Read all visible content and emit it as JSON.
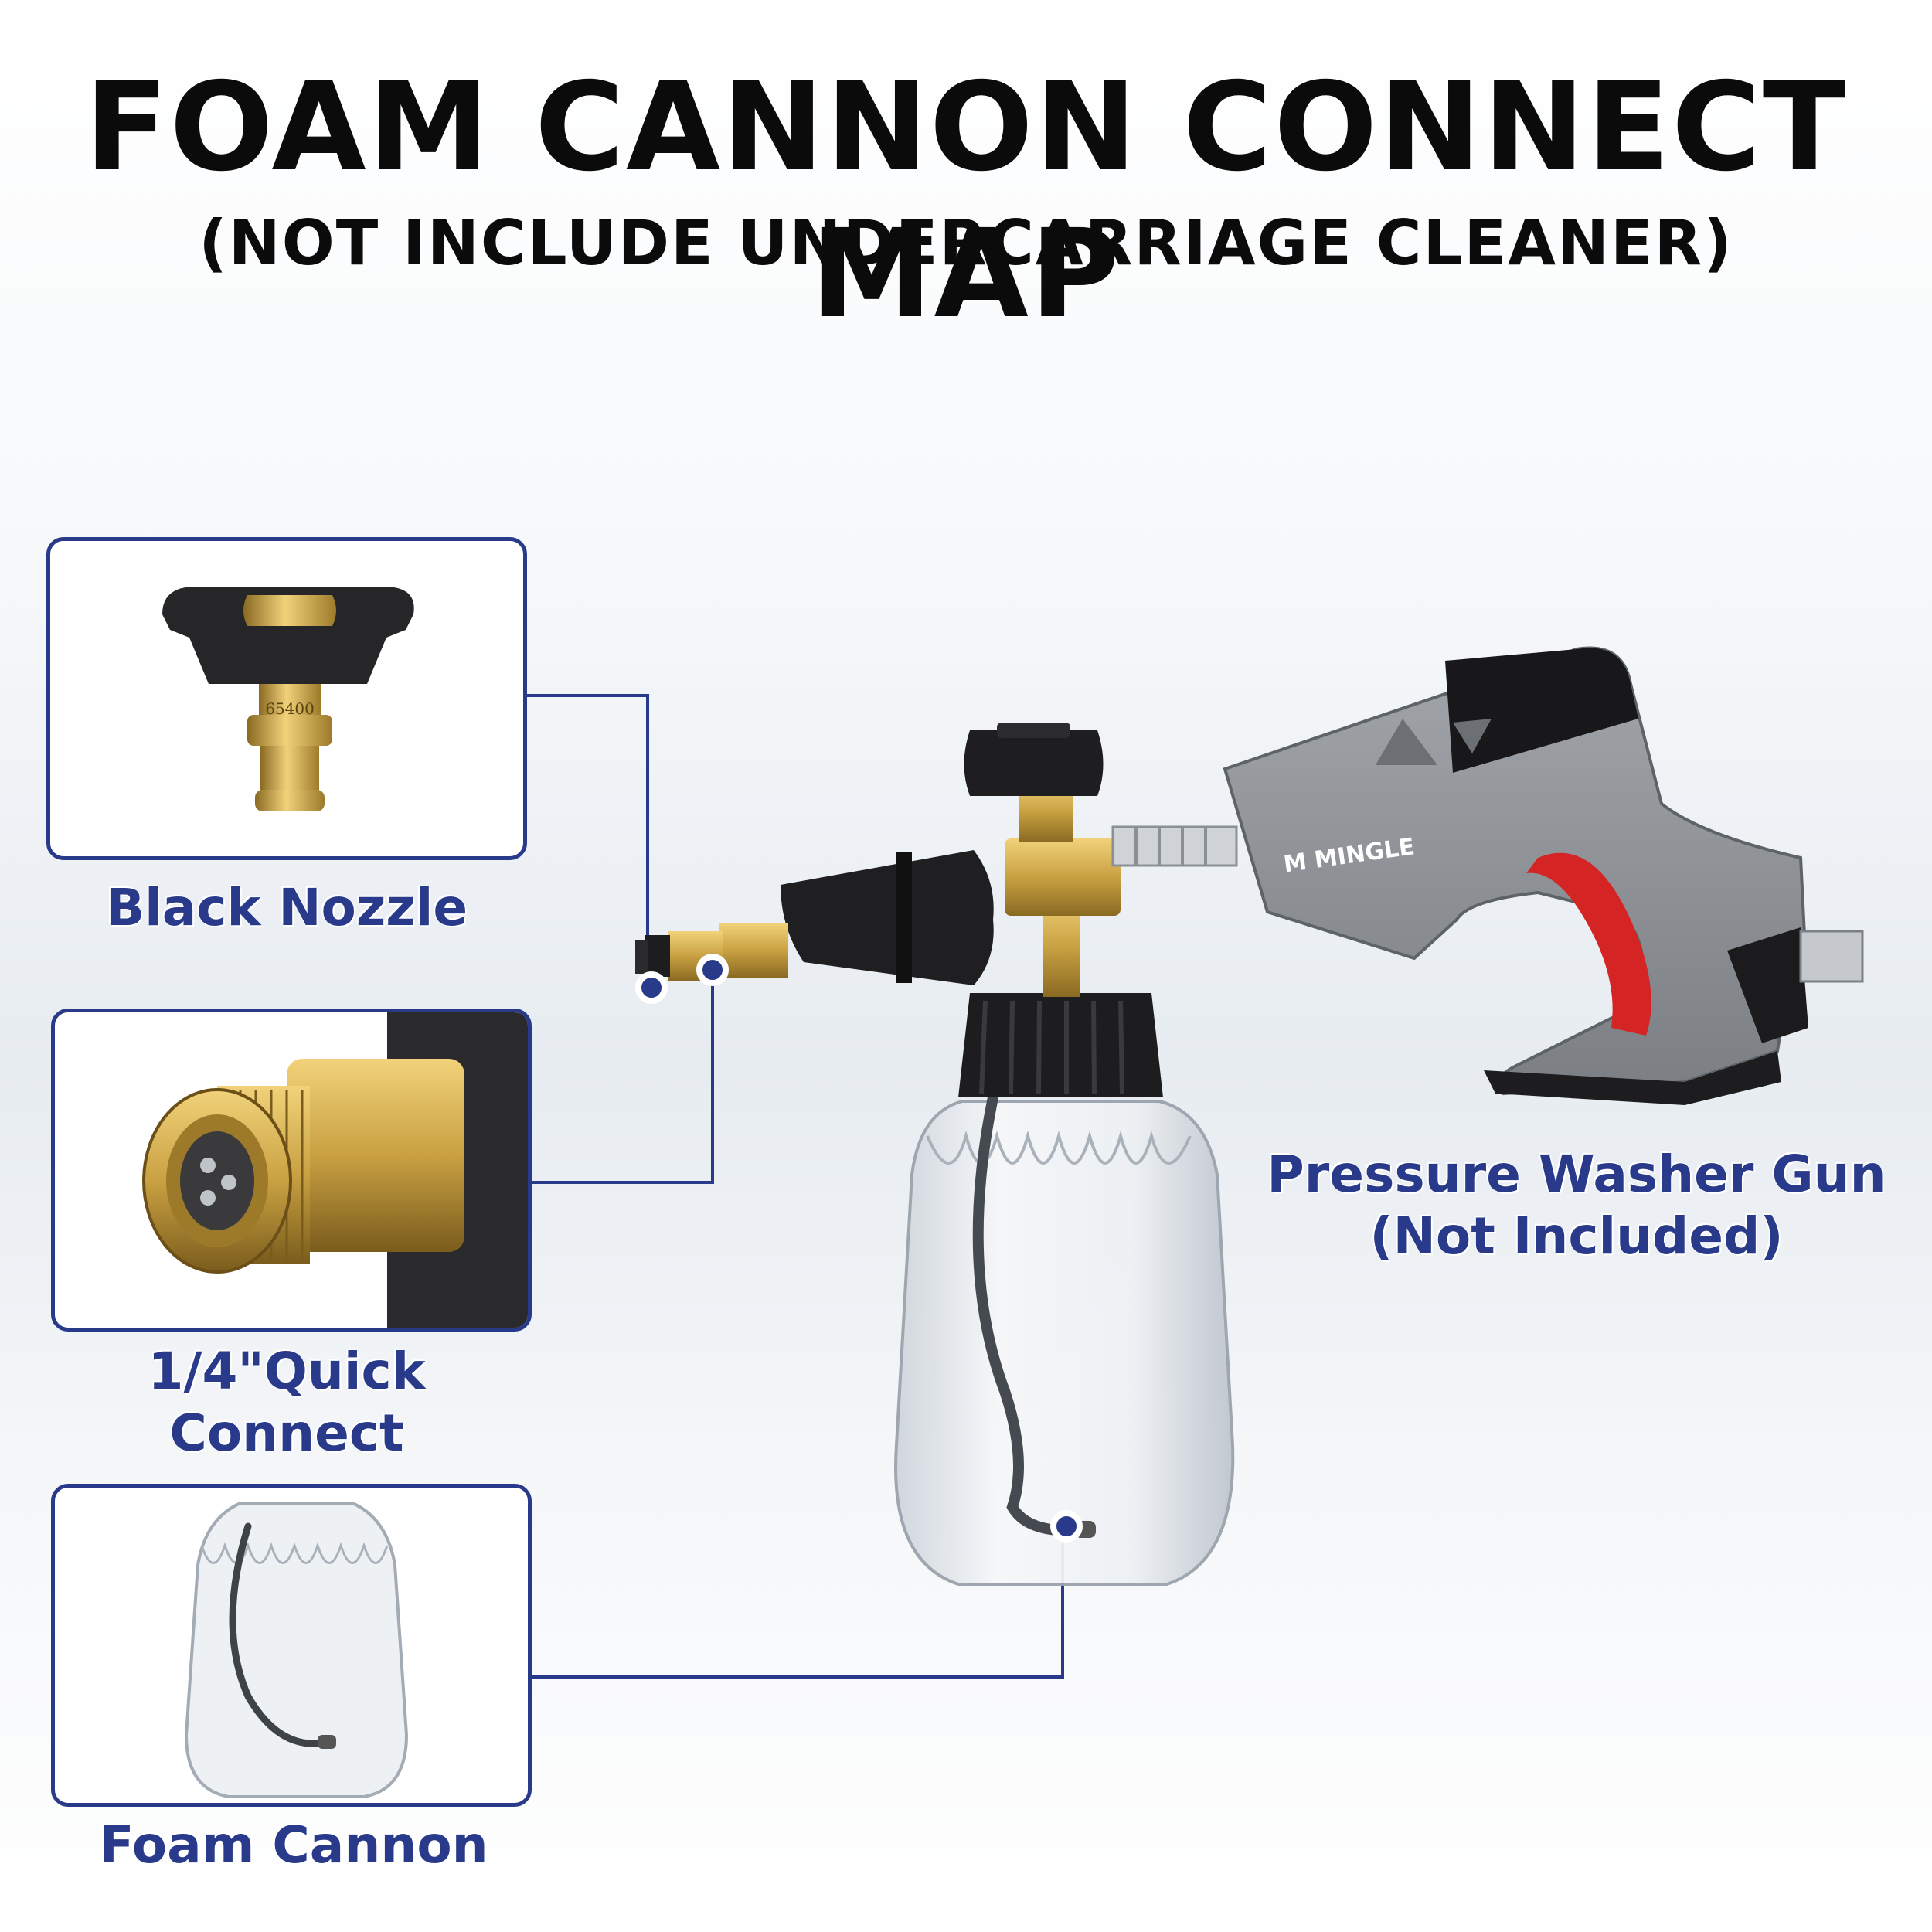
{
  "header": {
    "title": "FOAM CANNON CONNECT MAP",
    "subtitle": "(NOT INCLUDE UNDERCARRIAGE CLEANER)"
  },
  "callouts": [
    {
      "id": "black-nozzle",
      "label": "Black Nozzle",
      "stamp": "65400"
    },
    {
      "id": "quick-connect",
      "label_line1": "1/4\"Quick",
      "label_line2": "Connect"
    },
    {
      "id": "foam-cannon",
      "label": "Foam Cannon"
    }
  ],
  "gun": {
    "label_line1": "Pressure Washer Gun",
    "label_line2": "(Not Included)",
    "brand": "M MINGLE"
  },
  "colors": {
    "accent": "#2a3a8a",
    "brass": "#c9a142",
    "gun_gray": "#8c9095",
    "trigger_red": "#d42424"
  }
}
